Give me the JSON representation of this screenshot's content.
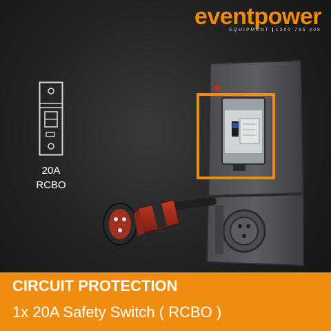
{
  "brand": {
    "name": "eventpower",
    "tagline": "EQUIPMENT",
    "phone": "1300 735 208",
    "accent_color": "#ee8d0f"
  },
  "breaker": {
    "icon": "rcbo-breaker-icon",
    "rating": "20A",
    "type": "RCBO"
  },
  "banner": {
    "title": "CIRCUIT PROTECTION",
    "subtitle": "1x 20A Safety Switch ( RCBO )"
  }
}
